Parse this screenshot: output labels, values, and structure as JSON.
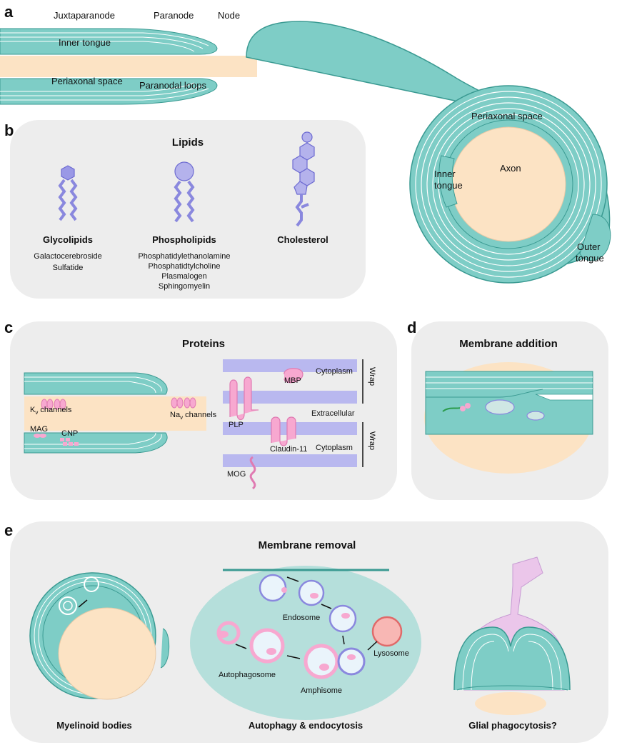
{
  "panel_a": {
    "letter": "a",
    "juxtaparanode": "Juxtaparanode",
    "paranode": "Paranode",
    "node": "Node",
    "inner_tongue": "Inner tongue",
    "periaxonal_space": "Periaxonal space",
    "paranodal_loops": "Paranodal loops",
    "periaxonal_space_2": "Periaxonal space",
    "axon": "Axon",
    "inner_tongue_2_l1": "Inner",
    "inner_tongue_2_l2": "tongue",
    "outer_tongue_l1": "Outer",
    "outer_tongue_l2": "tongue"
  },
  "panel_b": {
    "letter": "b",
    "title": "Lipids",
    "glycolipids": {
      "name": "Glycolipids",
      "items": [
        "Galactocerebroside",
        "Sulfatide"
      ]
    },
    "phospholipids": {
      "name": "Phospholipids",
      "items": [
        "Phosphatidylethanolamine",
        "Phosphatidtylcholine",
        "Plasmalogen",
        "Sphingomyelin"
      ]
    },
    "cholesterol": {
      "name": "Cholesterol"
    }
  },
  "panel_c": {
    "letter": "c",
    "title": "Proteins",
    "kv_k": "K",
    "kv_sub": "v",
    "kv_rest": " channels",
    "nav_na": "Na",
    "nav_sub": "v",
    "nav_rest": " channels",
    "mag": "MAG",
    "cnp": "CNP",
    "mbp": "MBP",
    "plp": "PLP",
    "claudin": "Claudin-11",
    "mog": "MOG",
    "cytoplasm_1": "Cytoplasm",
    "extracellular": "Extracellular",
    "cytoplasm_2": "Cytoplasm",
    "wrap_1": "Wrap",
    "wrap_2": "Wrap"
  },
  "panel_d": {
    "letter": "d",
    "title": "Membrane addition"
  },
  "panel_e": {
    "letter": "e",
    "title": "Membrane removal",
    "endosome": "Endosome",
    "lysosome": "Lysosome",
    "autophagosome": "Autophagosome",
    "amphisome": "Amphisome",
    "caption_1": "Myelinoid bodies",
    "caption_2": "Autophagy & endocytosis",
    "caption_3": "Glial phagocytosis?"
  },
  "colors": {
    "myelin": "#7ecdc6",
    "myelin_dark": "#3a9a92",
    "axon": "#fce3c4",
    "panel_bg": "#ededed",
    "lipid": "#9a98e6",
    "protein": "#f7a8d0",
    "membrane_band": "#b9b8ef",
    "lysosome": "#f8b7b4",
    "microglia": "#ebc6ea"
  }
}
